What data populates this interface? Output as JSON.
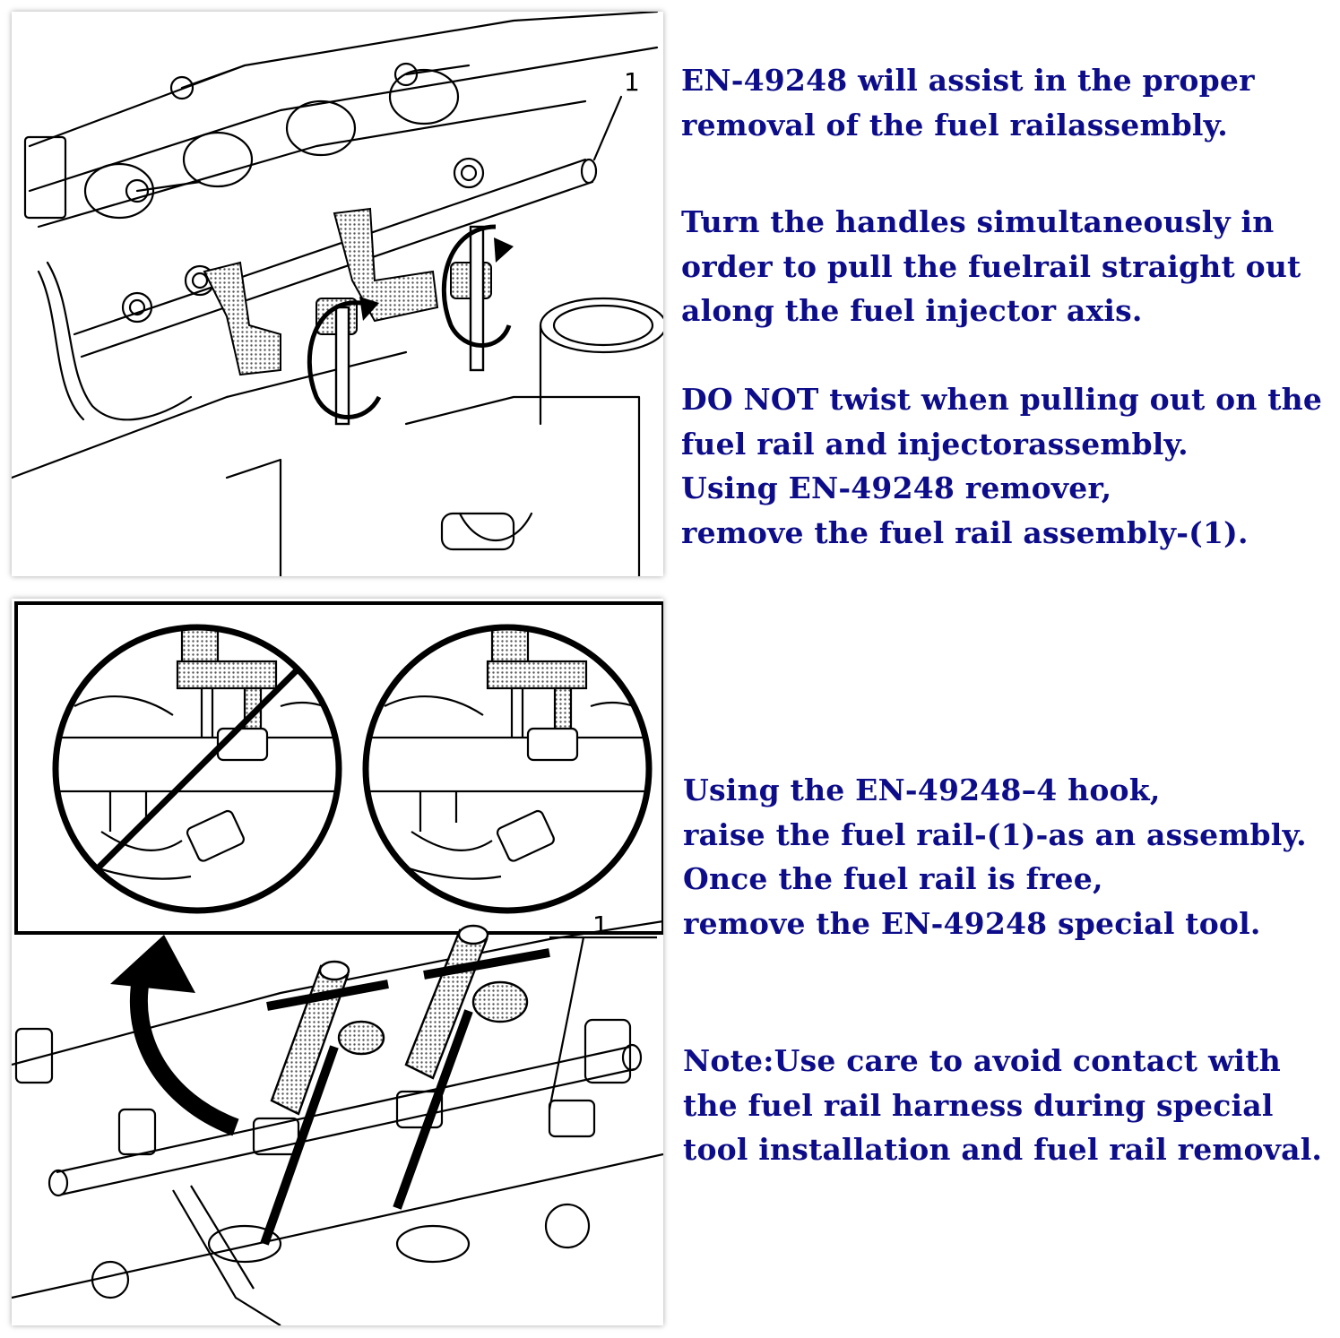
{
  "text_blocks": [
    {
      "lines": [
        "EN-49248 will assist in the proper",
        "removal of the fuel railassembly."
      ]
    },
    {
      "lines": [
        "Turn the handles simultaneously in",
        "order to pull the fuelrail straight out",
        "along the fuel injector axis."
      ]
    },
    {
      "lines": [
        "DO NOT twist when pulling out on the",
        "fuel rail and injectorassembly.",
        "Using EN-49248 remover,",
        "remove the fuel rail assembly-(1)."
      ]
    },
    {
      "lines": [
        "Using the EN-49248–4 hook,",
        "raise the fuel rail-(1)-as an assembly.",
        "Once the fuel rail is free,",
        "remove the EN-49248 special tool."
      ]
    },
    {
      "lines": [
        "Note:Use care to avoid contact with",
        "the fuel rail harness during special",
        "tool installation and fuel rail removal."
      ]
    }
  ],
  "callouts": {
    "top": "1",
    "bottom": "1"
  },
  "colors": {
    "text": "#0d0d8a",
    "line_art": "#000000",
    "background": "#ffffff"
  }
}
